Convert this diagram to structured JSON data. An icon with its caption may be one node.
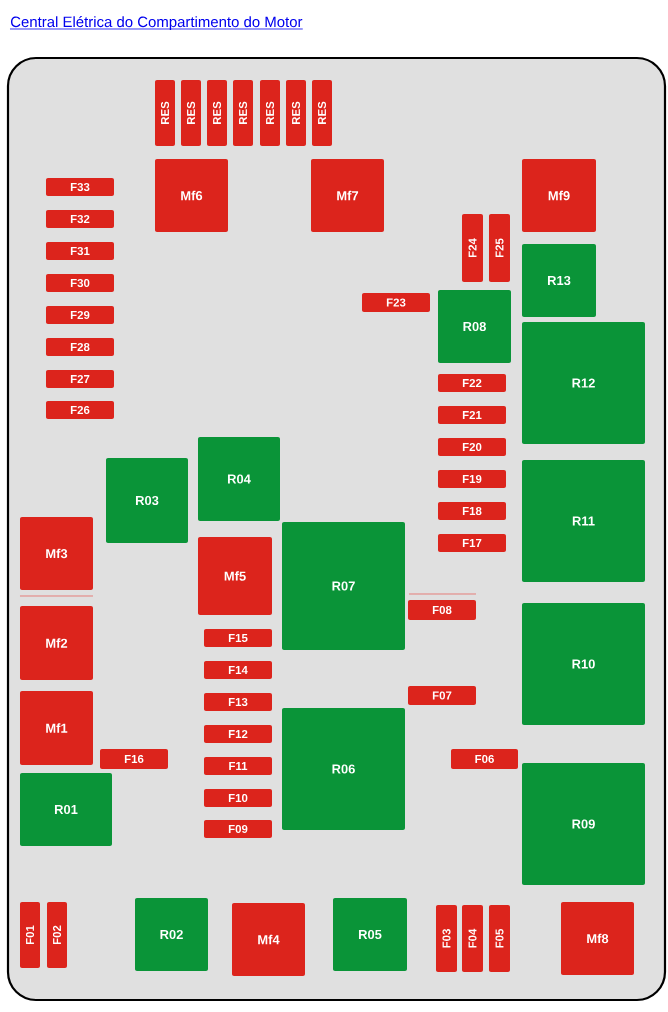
{
  "diagram": {
    "title": "Central Elétrica do Compartimento do Motor",
    "nodes": [
      {
        "text": [
          "RES"
        ]
      },
      {
        "text": [
          "RES"
        ]
      },
      {
        "text": [
          "RES"
        ]
      },
      {
        "text": [
          "RES"
        ]
      },
      {
        "text": [
          "RES"
        ]
      },
      {
        "text": [
          "RES"
        ]
      },
      {
        "text": [
          "RES"
        ]
      },
      {
        "text": [
          "Mf6"
        ]
      },
      {
        "text": [
          "Mf7"
        ]
      },
      {
        "text": [
          "Mf9"
        ]
      },
      {
        "text": [
          "F33"
        ]
      },
      {
        "text": [
          "F32"
        ]
      },
      {
        "text": [
          "F24"
        ]
      },
      {
        "text": [
          "F25"
        ]
      },
      {
        "text": [
          "F31"
        ]
      },
      {
        "text": [
          "R13"
        ]
      },
      {
        "text": [
          "F30"
        ]
      },
      {
        "text": [
          "F23"
        ]
      },
      {
        "text": [
          "R08"
        ]
      },
      {
        "text": [
          "F29"
        ]
      },
      {
        "text": [
          "F28"
        ]
      },
      {
        "text": [
          "R12"
        ]
      },
      {
        "text": [
          "F27"
        ]
      },
      {
        "text": [
          "F22"
        ]
      },
      {
        "text": [
          "F26"
        ]
      },
      {
        "text": [
          "F21"
        ]
      },
      {
        "text": [
          "R04"
        ]
      },
      {
        "text": [
          "F20"
        ]
      },
      {
        "text": [
          "R03"
        ]
      },
      {
        "text": [
          "R11"
        ]
      },
      {
        "text": [
          "F19"
        ]
      },
      {
        "text": [
          "F18"
        ]
      },
      {
        "text": [
          "Mf3"
        ]
      },
      {
        "text": [
          "Mf5"
        ]
      },
      {
        "text": [
          "R07"
        ]
      },
      {
        "text": [
          "F17"
        ]
      },
      {
        "text": [
          "F08"
        ]
      },
      {
        "text": [
          "R10"
        ]
      },
      {
        "text": [
          "Mf2"
        ]
      },
      {
        "text": [
          "F15"
        ]
      },
      {
        "text": [
          "F14"
        ]
      },
      {
        "text": [
          "F07"
        ]
      },
      {
        "text": [
          "Mf1"
        ]
      },
      {
        "text": [
          "F13"
        ]
      },
      {
        "text": [
          "R06"
        ]
      },
      {
        "text": [
          "F12"
        ]
      },
      {
        "text": [
          "F16"
        ]
      },
      {
        "text": [
          "F06"
        ]
      },
      {
        "text": [
          "F11"
        ]
      },
      {
        "text": [
          "R01"
        ]
      },
      {
        "text": [
          "R09"
        ]
      },
      {
        "text": [
          "F10"
        ]
      },
      {
        "text": [
          "F09"
        ]
      },
      {
        "text": [
          "F01"
        ]
      },
      {
        "text": [
          "F02"
        ]
      },
      {
        "text": [
          "R02"
        ]
      },
      {
        "text": [
          "Mf4"
        ]
      },
      {
        "text": [
          "R05"
        ]
      },
      {
        "text": [
          "F03"
        ]
      },
      {
        "text": [
          "F04"
        ]
      },
      {
        "text": [
          "F05"
        ]
      },
      {
        "text": [
          "Mf8"
        ]
      }
    ]
  }
}
